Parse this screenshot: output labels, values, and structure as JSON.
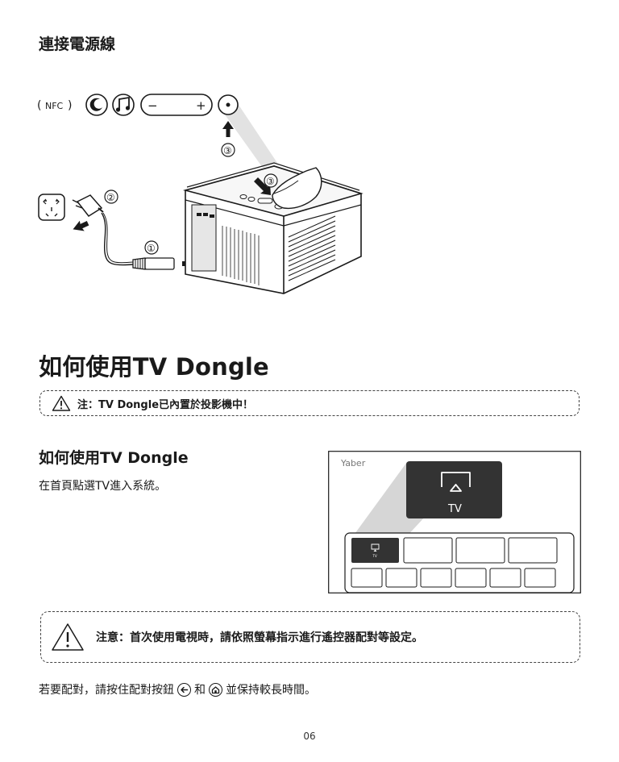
{
  "power_section": {
    "title": "連接電源線",
    "controls": {
      "nfc_label": "NFC",
      "minus_label": "−",
      "plus_label": "+"
    },
    "step_labels": {
      "power_button_step": "③",
      "press_step": "③",
      "plug_step": "②",
      "cable_step": "①"
    }
  },
  "tv_dongle": {
    "heading": "如何使用TV Dongle",
    "note": "注：TV Dongle已內置於投影機中！",
    "subheading": "如何使用TV Dongle",
    "description": "在首頁點選TV進入系統。",
    "ui": {
      "brand": "Yaber",
      "tile_label": "TV",
      "small_tile_label": "TV"
    }
  },
  "remote_note": "注意：首次使用電視時，請依照螢幕指示進行遙控器配對等設定。",
  "pairing": {
    "text_before": "若要配對，請按住配對按鈕",
    "conjunction": "和",
    "text_after": "並保持較長時間。"
  },
  "page_number": "06",
  "colors": {
    "text": "#1a1a1a",
    "tile_dark": "#333333",
    "beam": "#cfcfcf"
  }
}
